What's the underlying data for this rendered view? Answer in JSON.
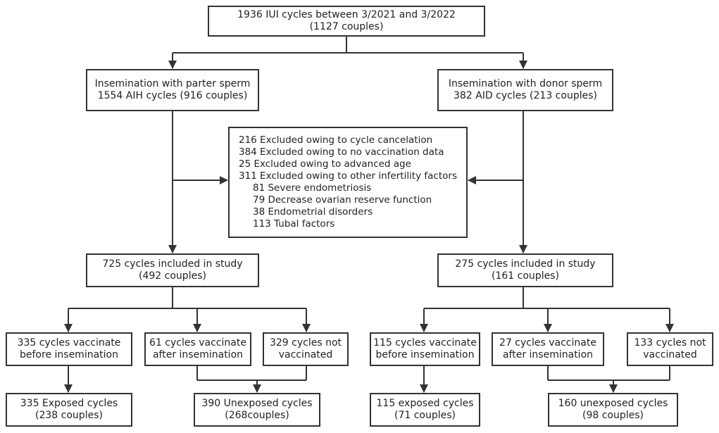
{
  "top": {
    "line1": "1936 IUI cycles  between 3/2021  and 3/2022",
    "line2": "(1127 couples)"
  },
  "aih": {
    "line1": "Insemination with parter sperm",
    "line2": "1554 AIH cycles (916 couples)"
  },
  "aid": {
    "line1": "Insemination with donor sperm",
    "line2": "382 AID cycles (213 couples)"
  },
  "exclusion": {
    "items": [
      "216 Excluded owing to cycle cancelation",
      "384 Excluded owing to no vaccination data",
      "25   Excluded owing to advanced age",
      "311 Excluded owing to other infertility factors"
    ],
    "subitems": [
      "81   Severe endometriosis",
      "79   Decrease ovarian reserve function",
      "38   Endometrial disorders",
      "113 Tubal factors"
    ]
  },
  "left": {
    "included": {
      "line1": "725 cycles included in study",
      "line2": "(492 couples)"
    },
    "before": {
      "line1": "335 cycles vaccinate",
      "line2": "before insemination"
    },
    "after": {
      "line1": "61 cycles  vaccinate",
      "line2": "after insemination"
    },
    "notvac": {
      "line1": "329 cycles not",
      "line2": "vaccinated"
    },
    "exposed": {
      "line1": "335 Exposed cycles",
      "line2": "(238 couples)"
    },
    "unexposed": {
      "line1": "390 Unexposed cycles",
      "line2": "(268couples)"
    }
  },
  "right": {
    "included": {
      "line1": "275 cycles included in study",
      "line2": "(161 couples)"
    },
    "before": {
      "line1": "115 cycles vaccinate",
      "line2": "before insemination"
    },
    "after": {
      "line1": "27 cycles vaccinate",
      "line2": "after insemination"
    },
    "notvac": {
      "line1": "133 cycles not",
      "line2": "vaccinated"
    },
    "exposed": {
      "line1": "115 exposed cycles",
      "line2": "(71 couples)"
    },
    "unexposed": {
      "line1": "160 unexposed cycles",
      "line2": "(98 couples)"
    }
  },
  "colors": {
    "stroke": "#333333",
    "text": "#222222",
    "background": "#ffffff"
  }
}
